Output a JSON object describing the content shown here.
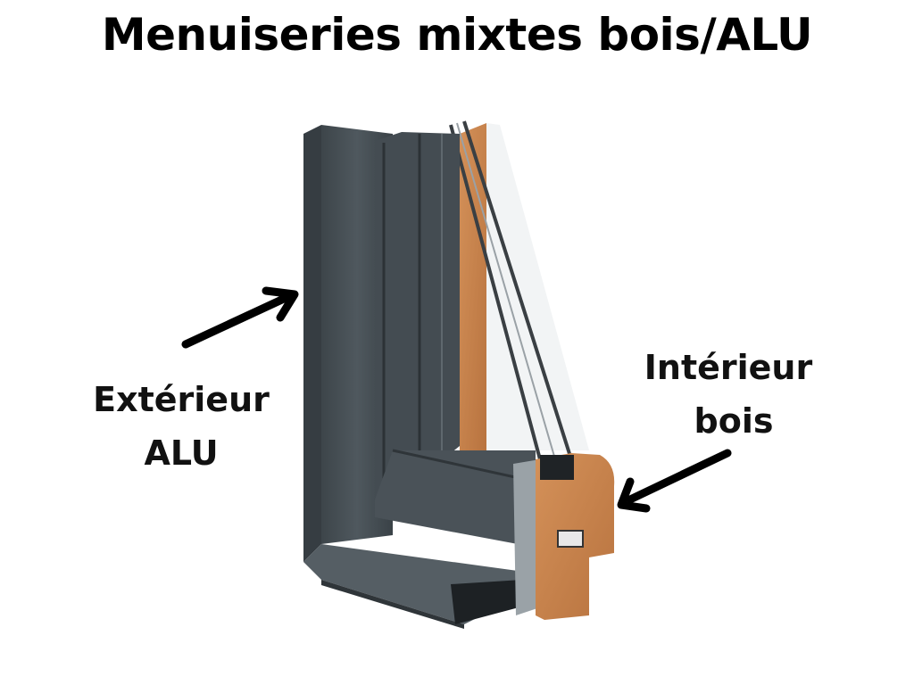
{
  "title": "Menuiseries mixtes bois/ALU",
  "labels": {
    "exterior": {
      "line1": "Extérieur",
      "line2": "ALU"
    },
    "interior": {
      "line1": "Intérieur",
      "line2": "bois"
    }
  },
  "colors": {
    "aluminium": "#4a5258",
    "aluminium_dark": "#30373c",
    "aluminium_light": "#5e676d",
    "wood": "#c8824e",
    "wood_light": "#dca06a",
    "glass": "#eef1f3",
    "arrow": "#000000"
  }
}
